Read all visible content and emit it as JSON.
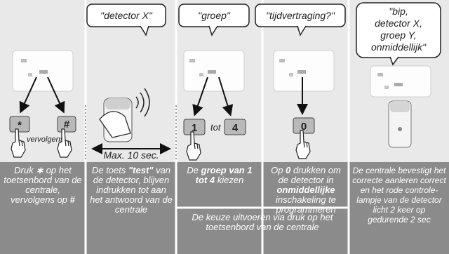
{
  "colors": {
    "panel_bg": "#e9e9e9",
    "caption_bg": "#8b8b8b",
    "caption_text": "#ffffff",
    "key_bg": "#b9b9b9"
  },
  "bubbles": {
    "step2": "\"detector X\"",
    "step3": "\"groep\"",
    "step4": "\"tijdvertraging?\"",
    "step5": [
      "\"bip,",
      "detector X,",
      "groep Y,",
      "onmiddellijk\""
    ]
  },
  "keys": {
    "star": "*",
    "hash": "#",
    "vervolgens": "vervolgens",
    "one": "1",
    "tot": "tot",
    "four": "4",
    "zero": "0"
  },
  "timer": "Max. 10 sec.",
  "captions": {
    "step1": {
      "a": "Druk ",
      "star": "∗",
      "b": " op het toetsenbord van de centrale, vervolgens op ",
      "hash": "#"
    },
    "step2": {
      "a": "De toets ",
      "bold": "\"test\"",
      "b": " van de detector, blijven indrukken tot aan het antwoord van de centrale"
    },
    "step3": {
      "a": "De ",
      "bold": "groep van 1 tot 4",
      "b": " kiezen"
    },
    "step4": {
      "a": "Op ",
      "bold1": "0",
      "b": " drukken om de detector in ",
      "bold2": "onmiddellijke",
      "c": " inschakeling te programmeren"
    },
    "step5": "De centrale bevestigt het correcte aanleren correct en het rode controle-lampje van de detector licht 2 keer op gedurende 2 sec",
    "shared": "De keuze uitvoeren via druk op het toetsenbord van de centrale"
  }
}
